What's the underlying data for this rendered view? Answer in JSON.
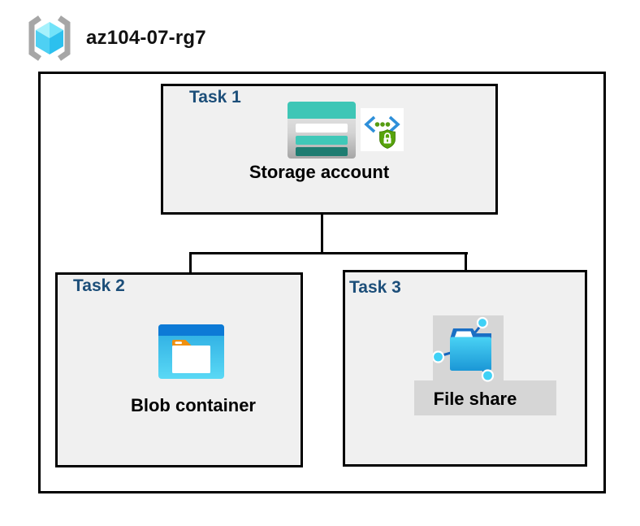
{
  "header": {
    "icon": "resource-group-icon",
    "title": "az104-07-rg7"
  },
  "tasks": {
    "task1": {
      "label": "Task 1",
      "resource": "Storage account",
      "icons": [
        "storage-account-icon",
        "secure-access-icon"
      ]
    },
    "task2": {
      "label": "Task 2",
      "resource": "Blob container",
      "icons": [
        "blob-container-icon"
      ]
    },
    "task3": {
      "label": "Task 3",
      "resource": "File share",
      "icons": [
        "file-share-icon"
      ]
    }
  },
  "connections": [
    {
      "from": "Storage account",
      "to": "Blob container"
    },
    {
      "from": "Storage account",
      "to": "File share"
    }
  ],
  "colors": {
    "task_label": "#1c4e79",
    "box_background": "#f0f0f0",
    "border": "#000000",
    "gray_backdrop": "#d6d6d6",
    "storage_teal": "#3ec6b6",
    "storage_teal_dark": "#1e7c71",
    "blob_header_blue": "#0d7ad6",
    "blob_cyan": "#3fc2ec",
    "folder_tab_orange": "#f0900f",
    "fileshare_blue": "#1b97d6",
    "fileshare_cyan": "#45cdf1",
    "node_cyan": "#3fd1f6",
    "shield_green": "#57a30b",
    "chevron_blue": "#2e8fd9",
    "rg_bracket_gray": "#a6a6a6",
    "rg_cube_cyan": "#4ed0f3"
  }
}
